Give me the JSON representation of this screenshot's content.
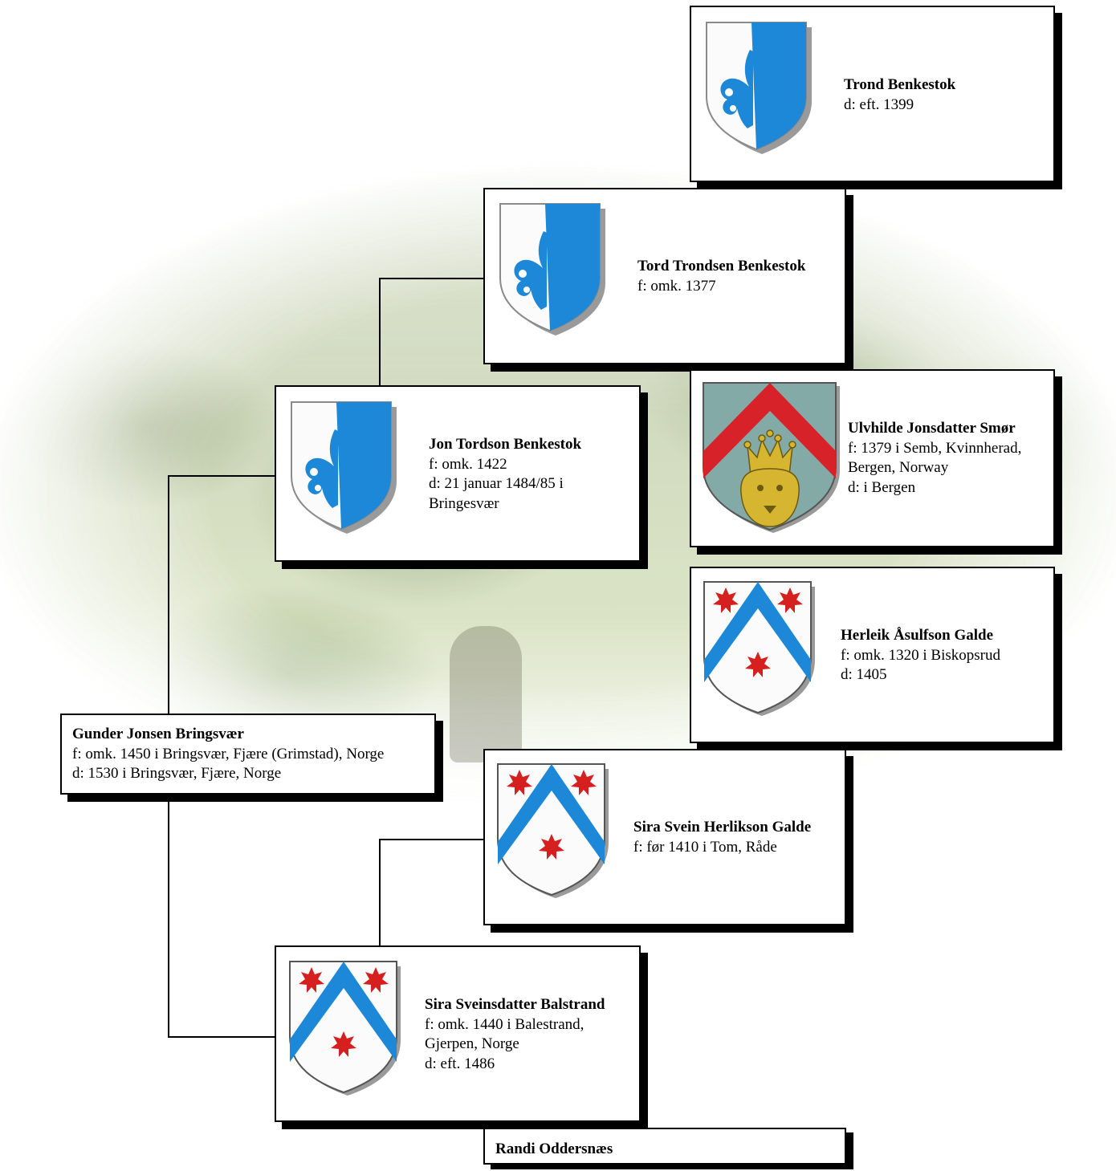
{
  "persons": {
    "trond": {
      "name": "Trond Benkestok",
      "lines": [
        "d: eft. 1399"
      ]
    },
    "tord": {
      "name": "Tord Trondsen Benkestok",
      "lines": [
        "f: omk. 1377"
      ]
    },
    "jon": {
      "name": "Jon Tordson Benkestok",
      "lines": [
        "f: omk. 1422",
        "d: 21 januar 1484/85 i",
        "Bringesvær"
      ]
    },
    "ulvhilde": {
      "name": "Ulvhilde Jonsdatter Smør",
      "lines": [
        "f: 1379 i Semb, Kvinnherad,",
        "Bergen, Norway",
        "d: i Bergen"
      ]
    },
    "herleik": {
      "name": "Herleik Åsulfson Galde",
      "lines": [
        "f: omk. 1320 i Biskopsrud",
        "d: 1405"
      ]
    },
    "gunder": {
      "name": "Gunder Jonsen Bringsvær",
      "lines": [
        "f: omk. 1450 i Bringsvær, Fjære (Grimstad), Norge",
        "d: 1530 i Bringsvær, Fjære, Norge"
      ]
    },
    "svein": {
      "name": "Sira Svein Herlikson Galde",
      "lines": [
        "f: før 1410 i Tom, Råde"
      ]
    },
    "sira": {
      "name": "Sira Sveinsdatter Balstrand",
      "lines": [
        "f: omk. 1440 i Balestrand,",
        "Gjerpen, Norge",
        "d: eft. 1486"
      ]
    },
    "randi": {
      "name": "Randi Oddersnæs",
      "lines": []
    }
  },
  "colors": {
    "blue": "#1e88d8",
    "red": "#d8222a",
    "teal": "#84aaa8",
    "gold": "#d6b530",
    "star_red": "#d62020"
  },
  "icons": {
    "benkestok": "fleur-de-lis-coat-of-arms",
    "smor": "lion-head-chevron-coat-of-arms",
    "galde": "chevron-three-stars-coat-of-arms"
  }
}
